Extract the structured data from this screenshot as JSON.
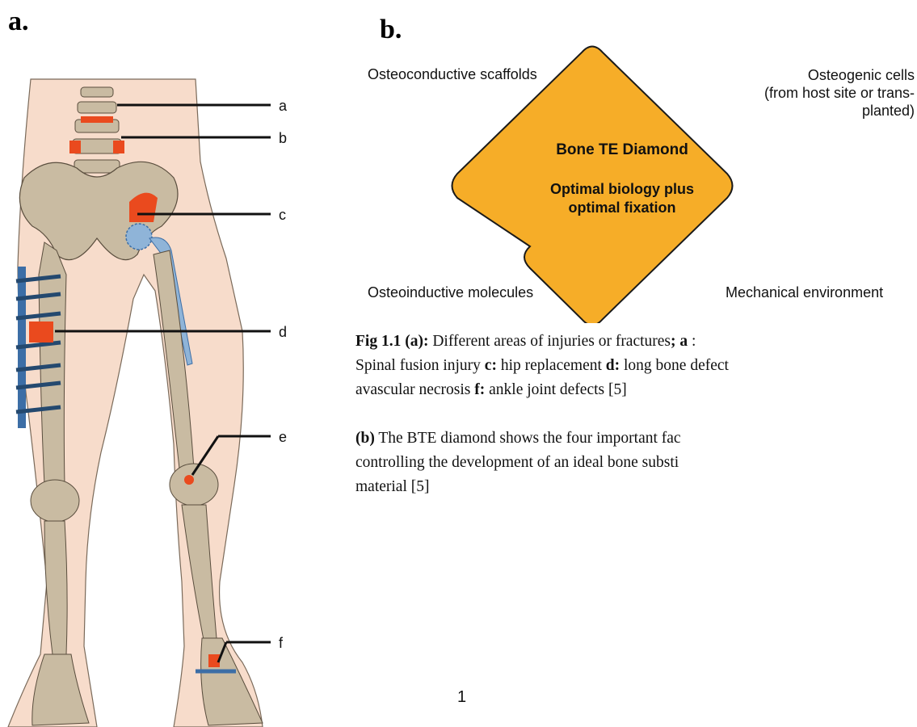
{
  "panels": {
    "a_label": "a.",
    "b_label": "b."
  },
  "anatomy": {
    "labels": [
      "a",
      "b",
      "c",
      "d",
      "e",
      "f"
    ]
  },
  "diamond": {
    "title": "Bone TE Diamond",
    "subtitle_line1": "Optimal biology plus",
    "subtitle_line2": "optimal fixation",
    "top_left": "Osteoconductive scaffolds",
    "top_right_line1": "Osteogenic cells",
    "top_right_line2": "(from host site or trans-",
    "top_right_line3": "planted)",
    "bottom_left": "Osteoinductive molecules",
    "bottom_right": "Mechanical environment",
    "fill_color": "#f6ad28",
    "stroke_color": "#1a1a1a"
  },
  "caption_a": {
    "l1_bold": "Fig 1.1 (a):",
    "l1_text": " Different areas of injuries or fractures",
    "l1_sep": "; a",
    "l1_end": " :",
    "l2_text": "Spinal fusion injury ",
    "l2_c": "c:",
    "l2_c_text": " hip replacement ",
    "l2_d": "d:",
    "l2_d_text": " long bone defect",
    "l3_text": "avascular necrosis ",
    "l3_f": "f:",
    "l3_f_text": " ankle joint defects [5]"
  },
  "caption_b": {
    "l1_bold": "(b)",
    "l1_text": " The BTE diamond shows the four important fac",
    "l2_text": "controlling the development of an ideal bone substi",
    "l3_text": "material [5]"
  },
  "page_number": "1",
  "colors": {
    "skin": "#f7dccb",
    "bone": "#c9bba2",
    "defect": "#ea4a1e",
    "implant": "#8fb4d8",
    "plate": "#3c6ea6"
  }
}
